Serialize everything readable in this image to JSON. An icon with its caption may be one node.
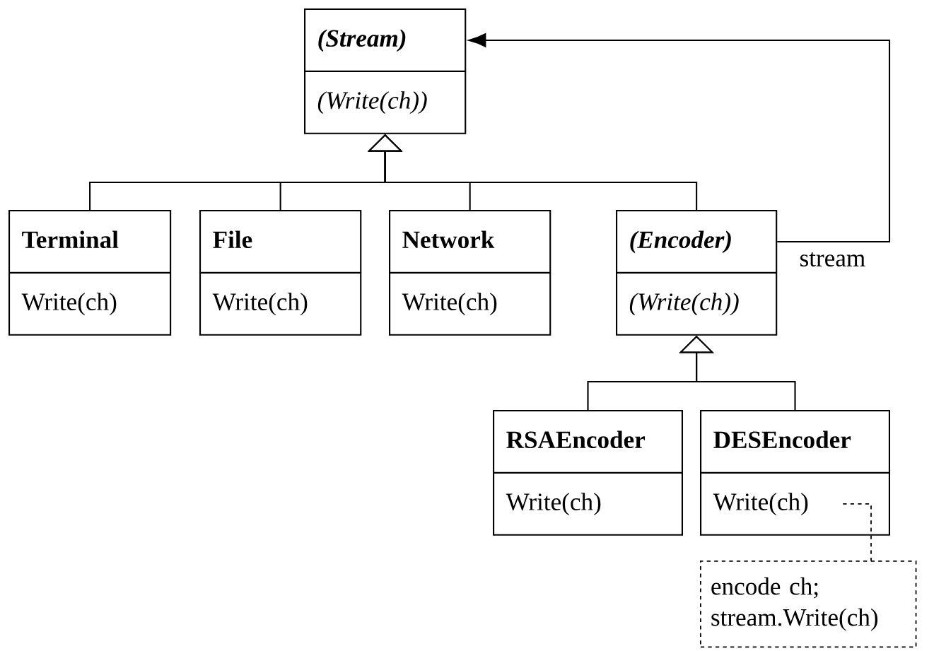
{
  "diagram": {
    "nodes": [
      {
        "text": [
          "(Stream)",
          "(Write(ch))"
        ]
      },
      {
        "text": [
          "Terminal",
          "Write(ch)"
        ]
      },
      {
        "text": [
          "File",
          "Write(ch)"
        ]
      },
      {
        "text": [
          "Network",
          "Write(ch)"
        ]
      },
      {
        "text": [
          "(Encoder)",
          "(Write(ch))"
        ]
      },
      {
        "text": [
          "RSAEncoder",
          "Write(ch)"
        ]
      },
      {
        "text": [
          "DESEncoder",
          "Write(ch)"
        ]
      },
      {
        "text": [
          "encode ch; stream.Write(ch)"
        ]
      }
    ],
    "edges": [
      {
        "from": 1,
        "to": 0,
        "arrow": "to"
      },
      {
        "from": 2,
        "to": 0,
        "arrow": "to"
      },
      {
        "from": 3,
        "to": 0,
        "arrow": "to"
      },
      {
        "from": 4,
        "to": 0,
        "arrow": "to"
      },
      {
        "from": 4,
        "to": 0,
        "arrow": "to",
        "label": "stream"
      },
      {
        "from": 5,
        "to": 4,
        "arrow": "to"
      },
      {
        "from": 6,
        "to": 4,
        "arrow": "to"
      },
      {
        "from": 6,
        "to": 7,
        "arrow": "none",
        "style": "dashed"
      }
    ]
  }
}
